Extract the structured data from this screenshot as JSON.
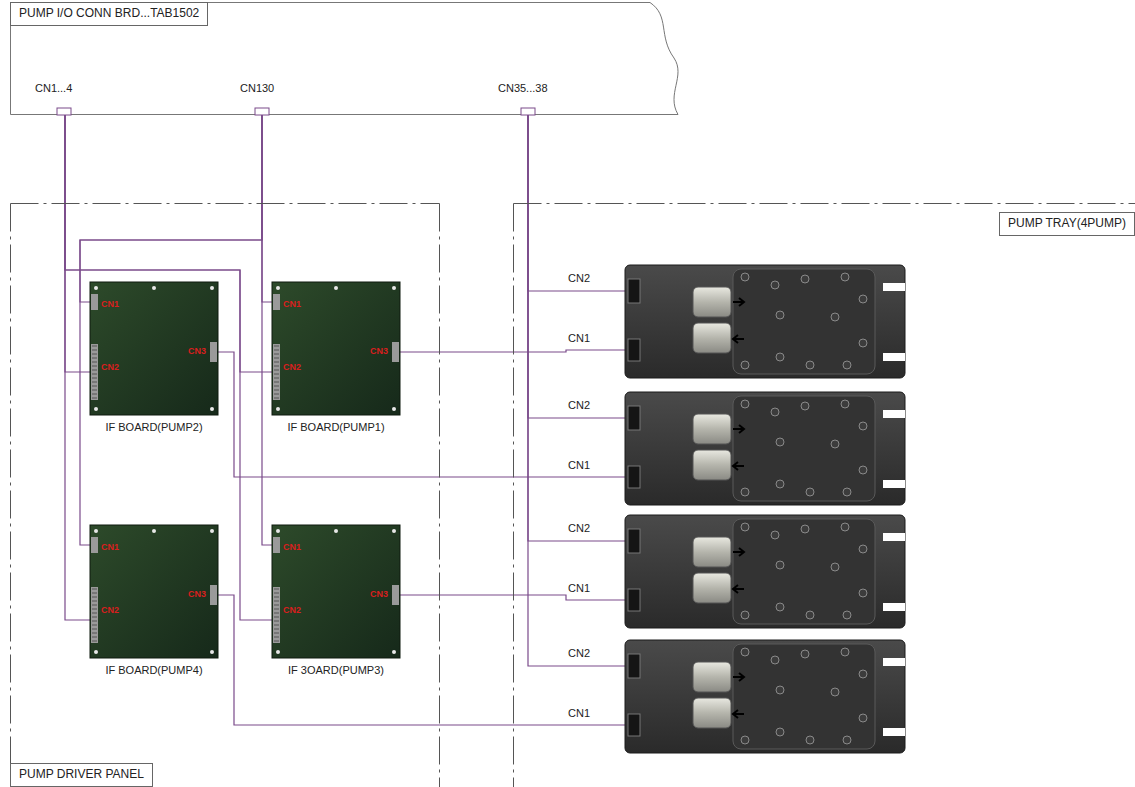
{
  "diagram": {
    "nodes": [
      {
        "text": [
          "PUMP I/O CONN BRD...TAB1502",
          "CN1...4",
          "CN130",
          "CN35...38"
        ]
      },
      {
        "text": [
          "PUMP DRIVER PANEL"
        ]
      },
      {
        "text": [
          "CN1",
          "CN2",
          "CN3",
          "IF BOARD(PUMP2)"
        ],
        "in": 1
      },
      {
        "text": [
          "CN1",
          "CN2",
          "CN3",
          "IF BOARD(PUMP1)"
        ],
        "in": 1
      },
      {
        "text": [
          "CN1",
          "CN2",
          "CN3",
          "IF BOARD(PUMP4)"
        ],
        "in": 1
      },
      {
        "text": [
          "CN1",
          "CN2",
          "CN3",
          "IF 3OARD(PUMP3)"
        ],
        "in": 1
      },
      {
        "text": [
          "PUMP TRAY(4PUMP)"
        ]
      },
      {
        "text": [
          "CN2",
          "CN1"
        ],
        "in": 6
      },
      {
        "text": [
          "CN2",
          "CN1"
        ],
        "in": 6
      },
      {
        "text": [
          "CN2",
          "CN1"
        ],
        "in": 6
      },
      {
        "text": [
          "CN2",
          "CN1"
        ],
        "in": 6
      }
    ],
    "edges": [
      {
        "from": 0,
        "to": 2,
        "arrow": "none"
      },
      {
        "from": 0,
        "to": 3,
        "arrow": "none"
      },
      {
        "from": 0,
        "to": 4,
        "arrow": "none"
      },
      {
        "from": 0,
        "to": 5,
        "arrow": "none"
      },
      {
        "from": 0,
        "to": 2,
        "arrow": "none"
      },
      {
        "from": 0,
        "to": 3,
        "arrow": "none"
      },
      {
        "from": 0,
        "to": 4,
        "arrow": "none"
      },
      {
        "from": 0,
        "to": 5,
        "arrow": "none"
      },
      {
        "from": 0,
        "to": 7,
        "arrow": "none"
      },
      {
        "from": 0,
        "to": 8,
        "arrow": "none"
      },
      {
        "from": 0,
        "to": 9,
        "arrow": "none"
      },
      {
        "from": 0,
        "to": 10,
        "arrow": "none"
      },
      {
        "from": 3,
        "to": 7,
        "arrow": "none"
      },
      {
        "from": 2,
        "to": 8,
        "arrow": "none"
      },
      {
        "from": 5,
        "to": 9,
        "arrow": "none"
      },
      {
        "from": 4,
        "to": 10,
        "arrow": "none"
      }
    ]
  }
}
